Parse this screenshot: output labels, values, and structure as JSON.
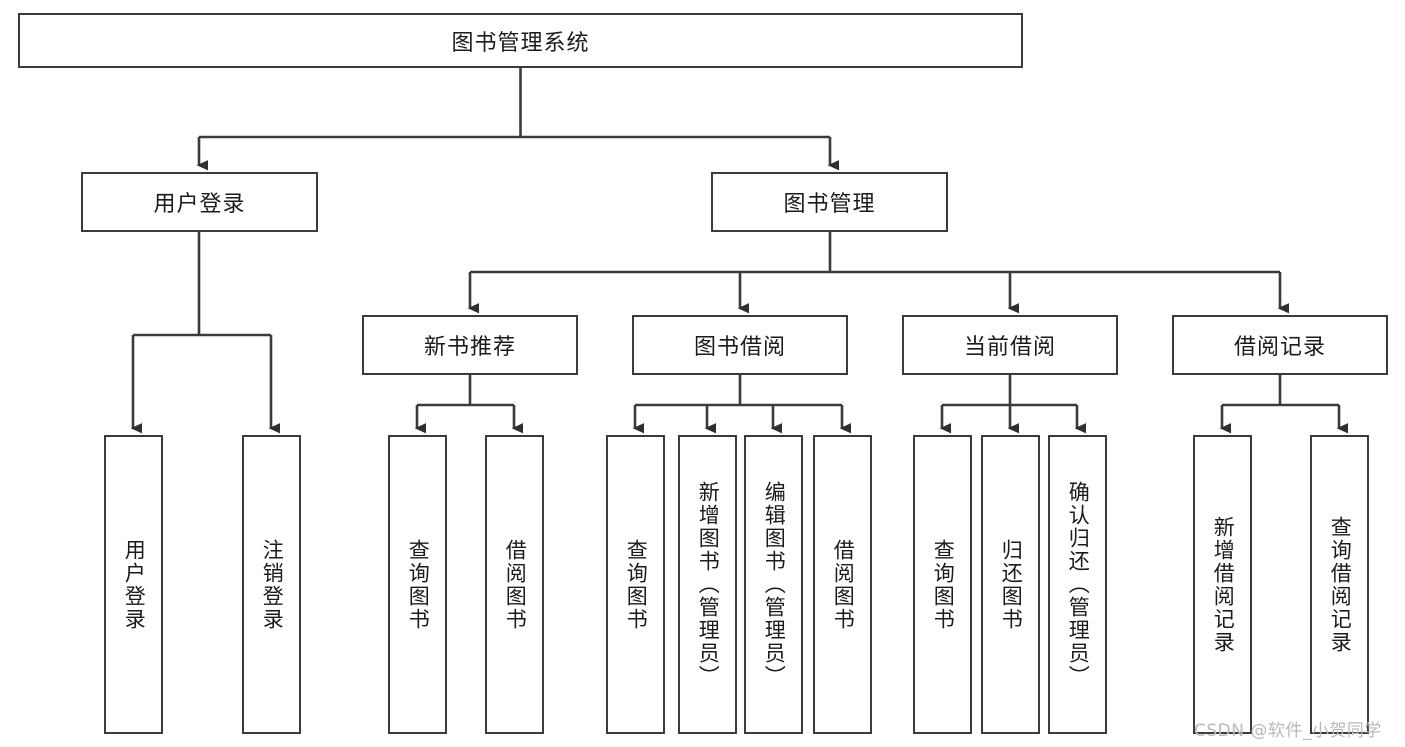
{
  "diagram": {
    "title": "图书管理系统",
    "root": {
      "label": "图书管理系统"
    },
    "level1": [
      {
        "label": "用户登录"
      },
      {
        "label": "图书管理"
      }
    ],
    "level2": [
      {
        "label": "新书推荐"
      },
      {
        "label": "图书借阅"
      },
      {
        "label": "当前借阅"
      },
      {
        "label": "借阅记录"
      }
    ],
    "leaves": {
      "user_login": [
        {
          "label": "用户登录"
        },
        {
          "label": "注销登录"
        }
      ],
      "new_book_recommend": [
        {
          "label": "查询图书"
        },
        {
          "label": "借阅图书"
        }
      ],
      "book_borrow": [
        {
          "label": "查询图书"
        },
        {
          "label": "新增图书（管理员）"
        },
        {
          "label": "编辑图书（管理员）"
        },
        {
          "label": "借阅图书"
        }
      ],
      "current_borrow": [
        {
          "label": "查询图书"
        },
        {
          "label": "归还图书"
        },
        {
          "label": "确认归还（管理员）"
        }
      ],
      "borrow_record": [
        {
          "label": "新增借阅记录"
        },
        {
          "label": "查询借阅记录"
        }
      ]
    },
    "watermark": "CSDN @软件_小贺同学",
    "colors": {
      "stroke": "#3b3b3b",
      "text": "#1b1b1b",
      "background": "#ffffff",
      "watermark": "#b9b9b9"
    }
  }
}
